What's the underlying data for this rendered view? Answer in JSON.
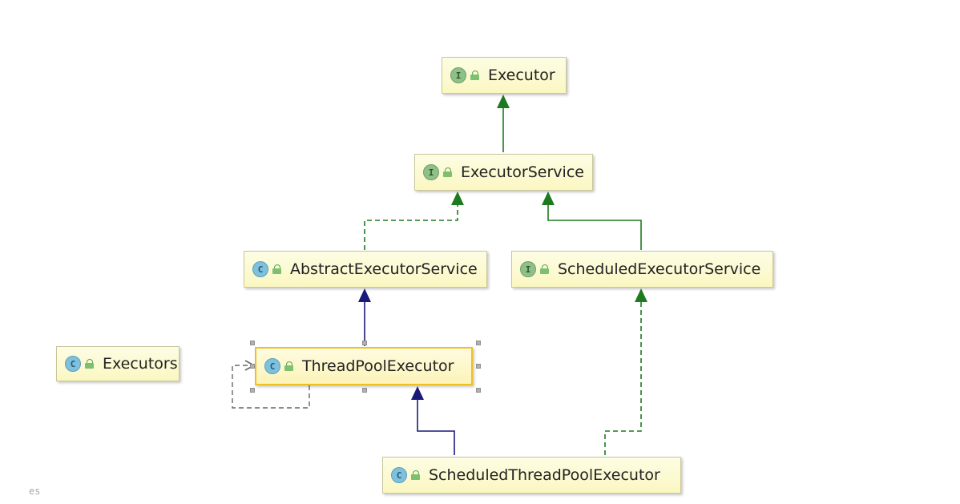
{
  "diagram": {
    "nodes": [
      {
        "id": "executor",
        "label": "Executor",
        "kind": "I"
      },
      {
        "id": "executor-service",
        "label": "ExecutorService",
        "kind": "I"
      },
      {
        "id": "abstract-executor-service",
        "label": "AbstractExecutorService",
        "kind": "C"
      },
      {
        "id": "scheduled-executor-service",
        "label": "ScheduledExecutorService",
        "kind": "I"
      },
      {
        "id": "executors",
        "label": "Executors",
        "kind": "C"
      },
      {
        "id": "thread-pool-executor",
        "label": "ThreadPoolExecutor",
        "kind": "C"
      },
      {
        "id": "scheduled-thread-pool-executor",
        "label": "ScheduledThreadPoolExecutor",
        "kind": "C"
      }
    ],
    "edges": [
      {
        "from": "executor-service",
        "to": "executor",
        "type": "extends-interface"
      },
      {
        "from": "abstract-executor-service",
        "to": "executor-service",
        "type": "implements"
      },
      {
        "from": "scheduled-executor-service",
        "to": "executor-service",
        "type": "extends-interface"
      },
      {
        "from": "thread-pool-executor",
        "to": "abstract-executor-service",
        "type": "extends"
      },
      {
        "from": "scheduled-thread-pool-executor",
        "to": "thread-pool-executor",
        "type": "extends"
      },
      {
        "from": "scheduled-thread-pool-executor",
        "to": "scheduled-executor-service",
        "type": "implements"
      },
      {
        "from": "thread-pool-executor",
        "to": "thread-pool-executor",
        "type": "self-dependency"
      }
    ],
    "selected": "thread-pool-executor"
  },
  "colors": {
    "interface_edge": "#1e7a1e",
    "class_edge": "#1a1a7a",
    "dependency": "#666666",
    "selection": "#f0c020"
  },
  "watermark": "es"
}
